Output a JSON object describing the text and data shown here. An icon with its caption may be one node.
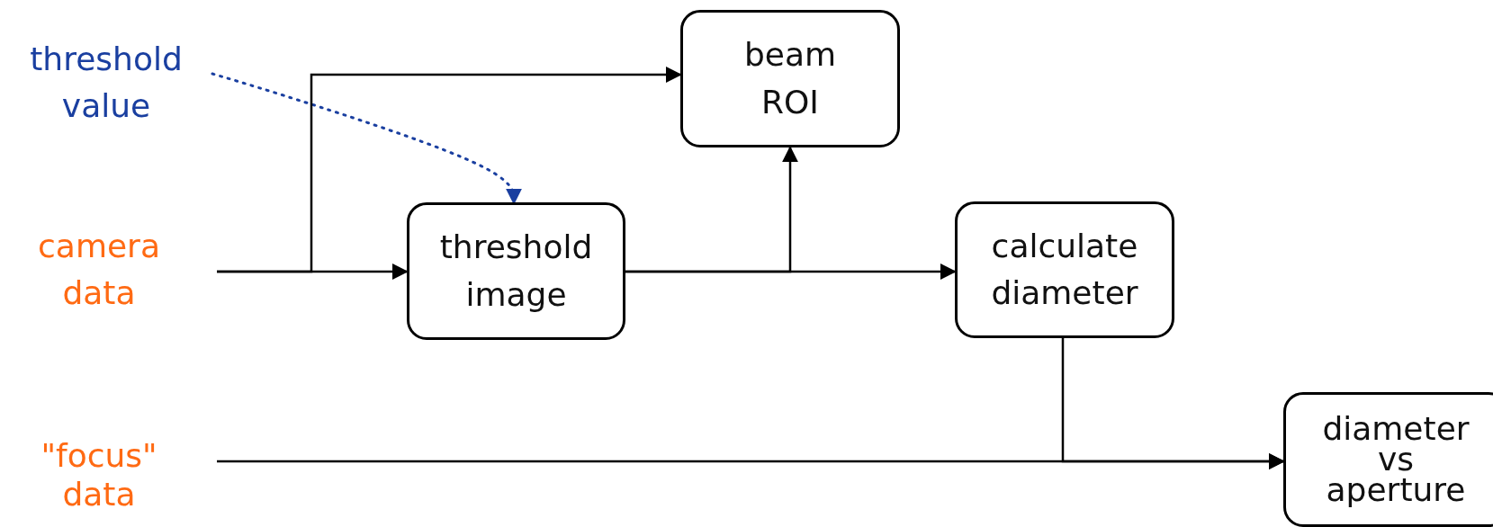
{
  "diagram": {
    "nodes": [
      {
        "text": [
          "threshold value"
        ]
      },
      {
        "text": [
          "camera data"
        ]
      },
      {
        "text": [
          "\"focus\" data"
        ]
      },
      {
        "text": [
          "beam ROI"
        ]
      },
      {
        "text": [
          "threshold image"
        ]
      },
      {
        "text": [
          "calculate diameter"
        ]
      },
      {
        "text": [
          "diameter vs aperture"
        ]
      }
    ],
    "edges": [
      {
        "from": 0,
        "to": 4,
        "arrow": "to",
        "style": "dashed",
        "color": "#1a3fa0"
      },
      {
        "from": 1,
        "to": 4,
        "arrow": "to"
      },
      {
        "from": 1,
        "to": 3,
        "arrow": "to"
      },
      {
        "from": 4,
        "to": 5,
        "arrow": "to"
      },
      {
        "from": 4,
        "to": 3,
        "arrow": "to"
      },
      {
        "from": 2,
        "to": 6,
        "arrow": "to"
      },
      {
        "from": 5,
        "to": 6,
        "arrow": "to"
      }
    ]
  }
}
